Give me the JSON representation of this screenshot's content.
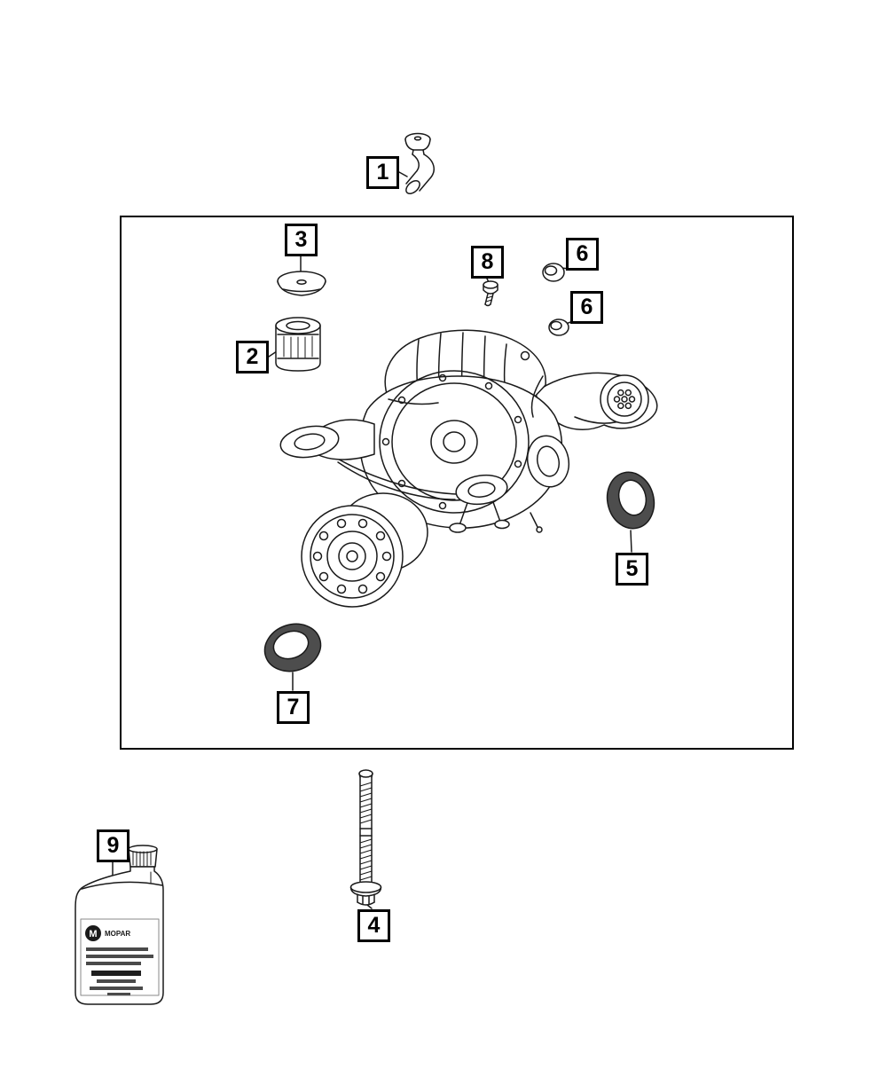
{
  "diagram": {
    "type": "exploded-parts-diagram",
    "description": "Rear axle differential housing assembly with numbered part callouts",
    "callouts": [
      {
        "label": "1",
        "part_name": "axle-vent-hose"
      },
      {
        "label": "2",
        "part_name": "mount-bushing"
      },
      {
        "label": "3",
        "part_name": "bushing-cap"
      },
      {
        "label": "4",
        "part_name": "mounting-bolt"
      },
      {
        "label": "5",
        "part_name": "output-shaft-seal"
      },
      {
        "label": "6",
        "part_name": "fill-plug-upper"
      },
      {
        "label": "6",
        "part_name": "fill-plug-lower"
      },
      {
        "label": "7",
        "part_name": "pinion-seal"
      },
      {
        "label": "8",
        "part_name": "vent-screw"
      },
      {
        "label": "9",
        "part_name": "gear-lubricant-bottle"
      }
    ],
    "bottle": {
      "brand": "MOPAR",
      "logo_letter": "M"
    },
    "colors": {
      "line": "#1a1a1a",
      "seal_fill": "#4d4d4d",
      "background": "#ffffff"
    }
  }
}
